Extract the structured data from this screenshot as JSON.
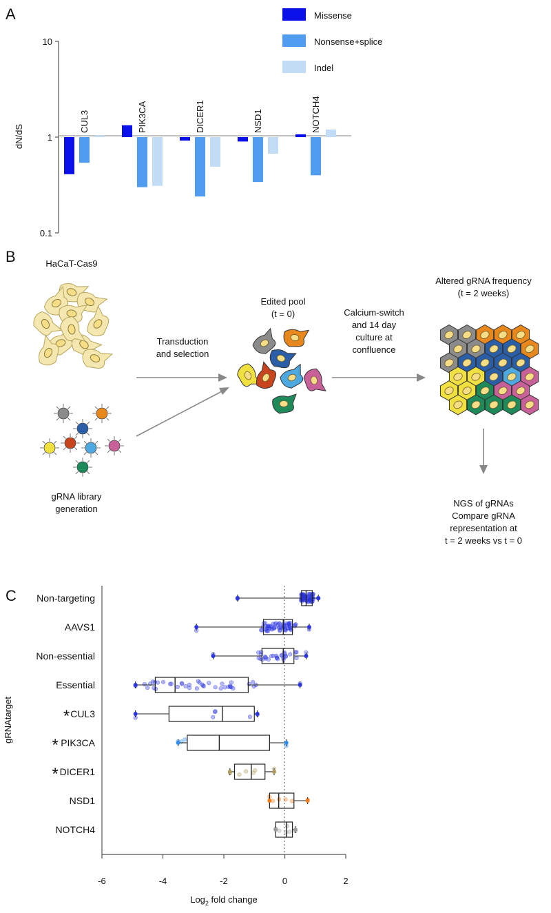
{
  "panel_labels": {
    "a": "A",
    "b": "B",
    "c": "C"
  },
  "chart_data": [
    {
      "type": "bar",
      "ylabel": "dN/dS",
      "yscale": "log",
      "ylim": [
        0.1,
        10
      ],
      "yticks": [
        "10",
        "1",
        "0.1"
      ],
      "grid": false,
      "legend_position": "top-right",
      "categories": [
        "CUL3",
        "PIK3CA",
        "DICER1",
        "NSD1",
        "NOTCH4"
      ],
      "series": [
        {
          "name": "Missense",
          "color": "#0a10e8",
          "values": [
            0.41,
            1.33,
            0.92,
            0.9,
            1.07
          ]
        },
        {
          "name": "Nonsense+splice",
          "color": "#4f9cf0",
          "values": [
            0.54,
            0.3,
            0.24,
            0.34,
            0.4
          ]
        },
        {
          "name": "Indel",
          "color": "#c2dcf6",
          "values": [
            1.04,
            0.31,
            0.49,
            0.67,
            1.2
          ]
        }
      ]
    },
    {
      "type": "box",
      "ylabel": "gRNAtarget",
      "xlim": [
        -6,
        2
      ],
      "xticks": [
        "-6",
        "-4",
        "-2",
        "0",
        "2"
      ],
      "xlabel_main": "Log",
      "xlabel_sub": "2",
      "xlabel_rest": " fold change",
      "reference_line_x": 0,
      "categories": [
        {
          "label": "Non-targeting",
          "star": "",
          "min": -1.55,
          "q1": 0.55,
          "median": 0.7,
          "q3": 0.9,
          "max": 1.1,
          "color": "#2a35e0"
        },
        {
          "label": "AAVS1",
          "star": "",
          "min": -2.9,
          "q1": -0.7,
          "median": -0.05,
          "q3": 0.25,
          "max": 0.8,
          "color": "#2a35e0"
        },
        {
          "label": "Non-essential",
          "star": "",
          "min": -2.35,
          "q1": -0.75,
          "median": -0.05,
          "q3": 0.3,
          "max": 0.7,
          "color": "#2a35e0"
        },
        {
          "label": "Essential",
          "star": "",
          "min": -4.9,
          "q1": -4.25,
          "median": -3.6,
          "q3": -1.2,
          "max": 0.5,
          "color": "#2a35e0"
        },
        {
          "label": "CUL3",
          "star": "*",
          "min": -4.9,
          "q1": -3.8,
          "median": -2.05,
          "q3": -1.0,
          "max": -0.9,
          "color": "#2a35e0"
        },
        {
          "label": "PIK3CA",
          "star": "*",
          "min": -3.5,
          "q1": -3.2,
          "median": -2.15,
          "q3": -0.5,
          "max": 0.05,
          "color": "#2f8cf0"
        },
        {
          "label": "DICER1",
          "star": "*",
          "min": -1.8,
          "q1": -1.65,
          "median": -1.1,
          "q3": -0.65,
          "max": -0.35,
          "color": "#b09a5c"
        },
        {
          "label": "NSD1",
          "star": "",
          "min": -0.5,
          "q1": -0.5,
          "median": -0.2,
          "q3": 0.3,
          "max": 0.75,
          "color": "#f07a1a"
        },
        {
          "label": "NOTCH4",
          "star": "",
          "min": -0.3,
          "q1": -0.3,
          "median": 0.05,
          "q3": 0.25,
          "max": 0.35,
          "color": "#9a9a9a"
        }
      ]
    }
  ],
  "workflow": {
    "hacat": "HaCaT-Cas9",
    "library": [
      "gRNA library",
      "generation"
    ],
    "transduction": [
      "Transduction",
      "and selection"
    ],
    "edited_pool": [
      "Edited pool",
      "(t = 0)"
    ],
    "calcium": [
      "Calcium-switch",
      "and 14 day",
      "culture at",
      "confluence"
    ],
    "altered": [
      "Altered gRNA frequency",
      "(t = 2 weeks)"
    ],
    "ngs": [
      "NGS of gRNAs",
      "Compare gRNA",
      "representation at",
      "t = 2 weeks vs t = 0"
    ],
    "colors": {
      "cell_fill": "#f5e7b0",
      "nucleus": "#f6dd86",
      "grey": "#8b8b8b",
      "orange": "#e8881c",
      "blue": "#2a5fa8",
      "red": "#c8441c",
      "light_blue": "#4ea8e0",
      "yellow": "#f0e040",
      "pink": "#c8609a",
      "green": "#1e8a5a"
    }
  }
}
